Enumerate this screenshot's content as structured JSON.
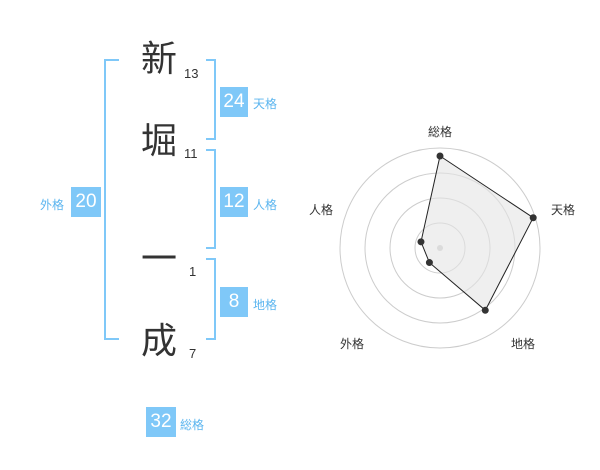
{
  "name": {
    "chars": [
      {
        "char": "新",
        "strokes": "13"
      },
      {
        "char": "堀",
        "strokes": "11"
      },
      {
        "char": "一",
        "strokes": "1"
      },
      {
        "char": "成",
        "strokes": "7"
      }
    ]
  },
  "fortune": {
    "tenkaku": {
      "value": "24",
      "label": "天格"
    },
    "jinkaku": {
      "value": "12",
      "label": "人格"
    },
    "chikaku": {
      "value": "8",
      "label": "地格"
    },
    "gaikaku": {
      "value": "20",
      "label": "外格"
    },
    "soukaku": {
      "value": "32",
      "label": "総格"
    }
  },
  "radar": {
    "labels": {
      "soukaku": "総格",
      "tenkaku": "天格",
      "chikaku": "地格",
      "gaikaku": "外格",
      "jinkaku": "人格"
    },
    "values": {
      "soukaku": 0.92,
      "tenkaku": 0.98,
      "chikaku": 0.77,
      "gaikaku": 0.18,
      "jinkaku": 0.2
    },
    "rings": 4,
    "colors": {
      "stroke": "#222222",
      "fill": "#e5e5e5",
      "grid": "#cccccc",
      "dot": "#333333"
    }
  },
  "colors": {
    "bracket": "#7fc8f8",
    "badge": "#7fc8f8",
    "badge_label": "#5bb5ef"
  }
}
